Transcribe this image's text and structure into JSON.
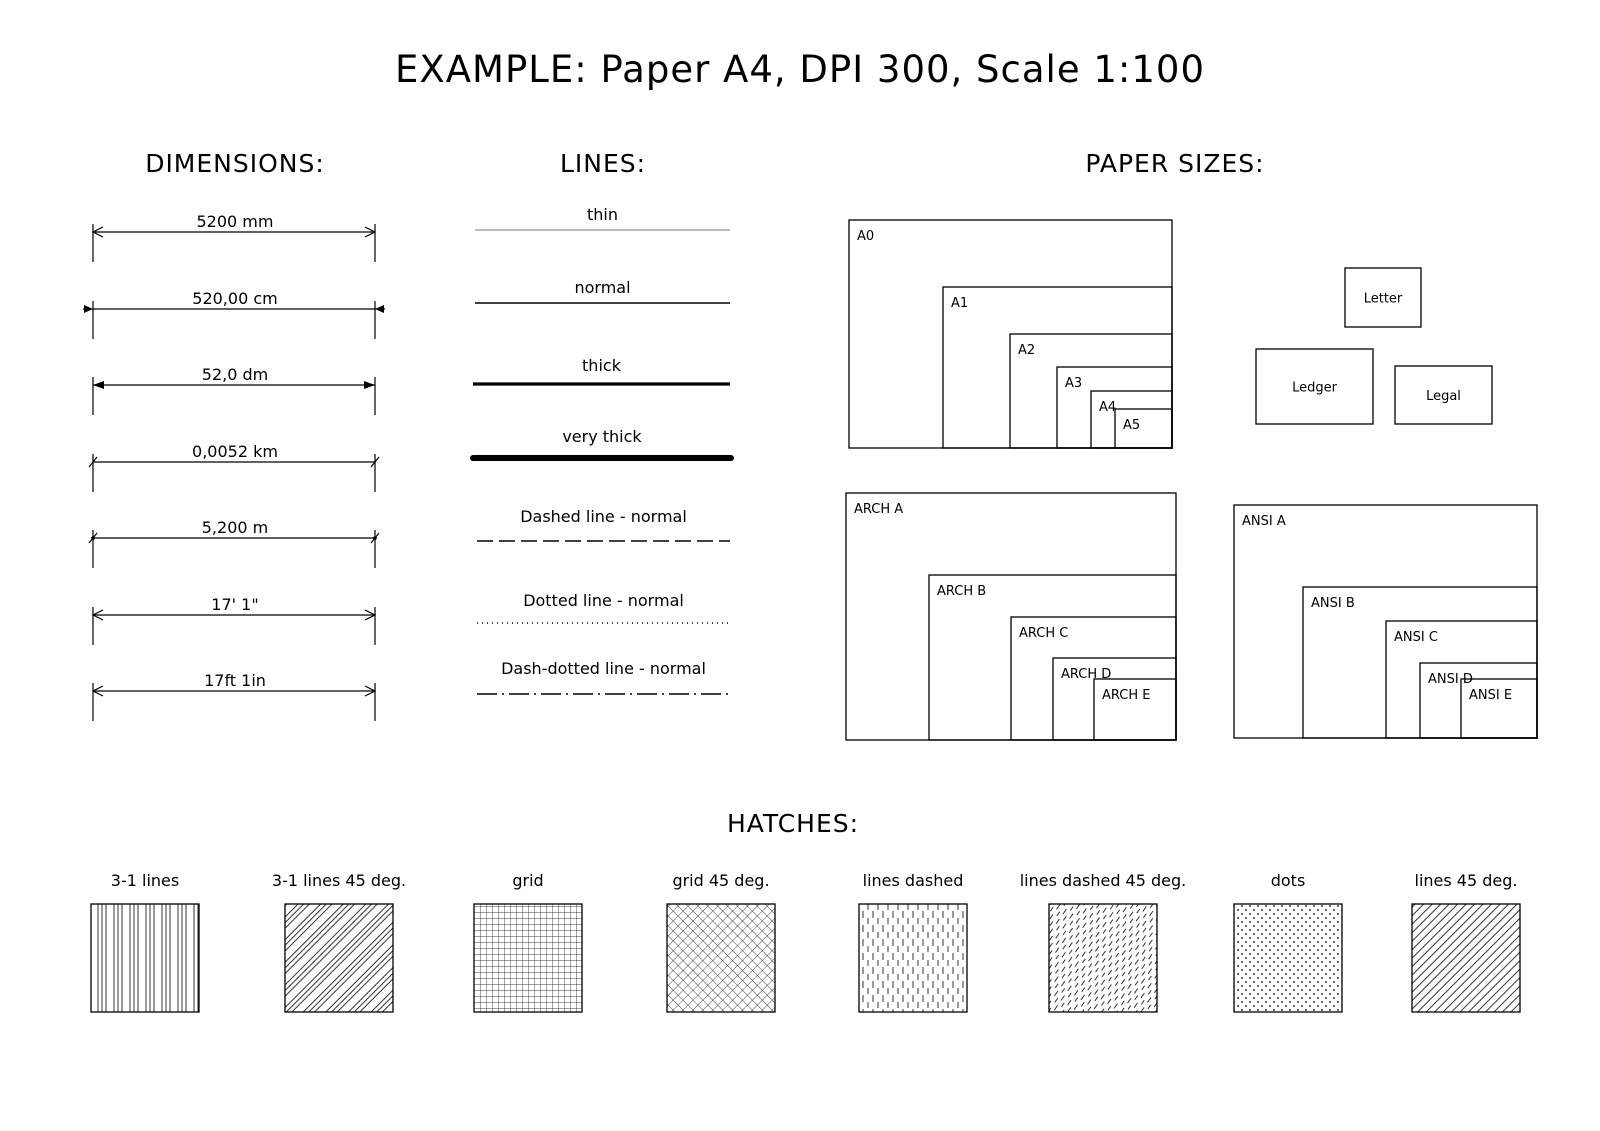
{
  "title": "EXAMPLE: Paper A4, DPI 300, Scale 1:100",
  "sections": {
    "dimensions": "DIMENSIONS:",
    "lines": "LINES:",
    "paper_sizes": "PAPER SIZES:",
    "hatches": "HATCHES:"
  },
  "dimensions": [
    {
      "label": "5200 mm",
      "terminator": "arrow-open"
    },
    {
      "label": "520,00 cm",
      "terminator": "arrow-outside"
    },
    {
      "label": "52,0 dm",
      "terminator": "arrow-filled"
    },
    {
      "label": "0,0052 km",
      "terminator": "tick"
    },
    {
      "label": "5,200 m",
      "terminator": "tick-dot"
    },
    {
      "label": "17' 1\"",
      "terminator": "arrow-open"
    },
    {
      "label": "17ft 1in",
      "terminator": "arrow-open"
    }
  ],
  "lines": [
    {
      "label": "thin",
      "style": "thin"
    },
    {
      "label": "normal",
      "style": "normal"
    },
    {
      "label": "thick",
      "style": "thick"
    },
    {
      "label": "very thick",
      "style": "very-thick"
    },
    {
      "label": "Dashed line - normal",
      "style": "dashed"
    },
    {
      "label": "Dotted line - normal",
      "style": "dotted"
    },
    {
      "label": "Dash-dotted line - normal",
      "style": "dash-dotted"
    }
  ],
  "paper_sizes": {
    "iso": [
      "A0",
      "A1",
      "A2",
      "A3",
      "A4",
      "A5"
    ],
    "us": [
      "Letter",
      "Ledger",
      "Legal"
    ],
    "arch": [
      "ARCH A",
      "ARCH B",
      "ARCH C",
      "ARCH D",
      "ARCH E"
    ],
    "ansi": [
      "ANSI A",
      "ANSI B",
      "ANSI C",
      "ANSI D",
      "ANSI E"
    ]
  },
  "hatches": [
    {
      "label": "3-1 lines",
      "pattern": "vlines31"
    },
    {
      "label": "3-1 lines 45 deg.",
      "pattern": "diag31"
    },
    {
      "label": "grid",
      "pattern": "grid"
    },
    {
      "label": "grid 45 deg.",
      "pattern": "grid45"
    },
    {
      "label": "lines dashed",
      "pattern": "vdash"
    },
    {
      "label": "lines dashed 45 deg.",
      "pattern": "diagdash"
    },
    {
      "label": "dots",
      "pattern": "dots"
    },
    {
      "label": "lines 45 deg.",
      "pattern": "diag"
    }
  ]
}
